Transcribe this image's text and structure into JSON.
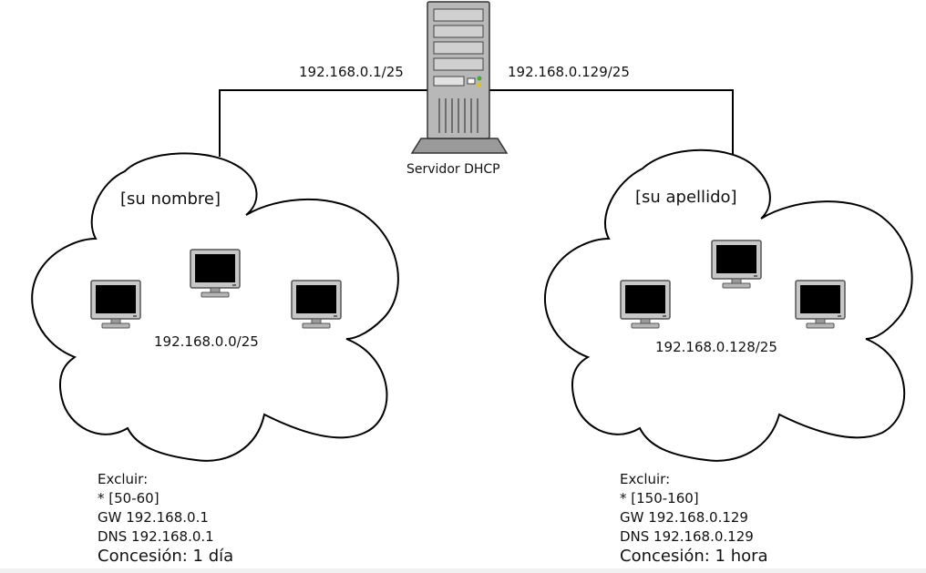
{
  "server": {
    "label": "Servidor DHCP",
    "left_interface": "192.168.0.1/25",
    "right_interface": "192.168.0.129/25"
  },
  "networks": [
    {
      "name": "[su nombre]",
      "subnet": "192.168.0.0/25",
      "config": {
        "title": "Excluir:",
        "exclude": "* [50-60]",
        "gw": "GW 192.168.0.1",
        "dns": "DNS 192.168.0.1",
        "lease": "Concesión: 1 día"
      }
    },
    {
      "name": "[su apellido]",
      "subnet": "192.168.0.128/25",
      "config": {
        "title": "Excluir:",
        "exclude": "* [150-160]",
        "gw": "GW 192.168.0.129",
        "dns": "DNS 192.168.0.129",
        "lease": "Concesión: 1 hora"
      }
    }
  ]
}
